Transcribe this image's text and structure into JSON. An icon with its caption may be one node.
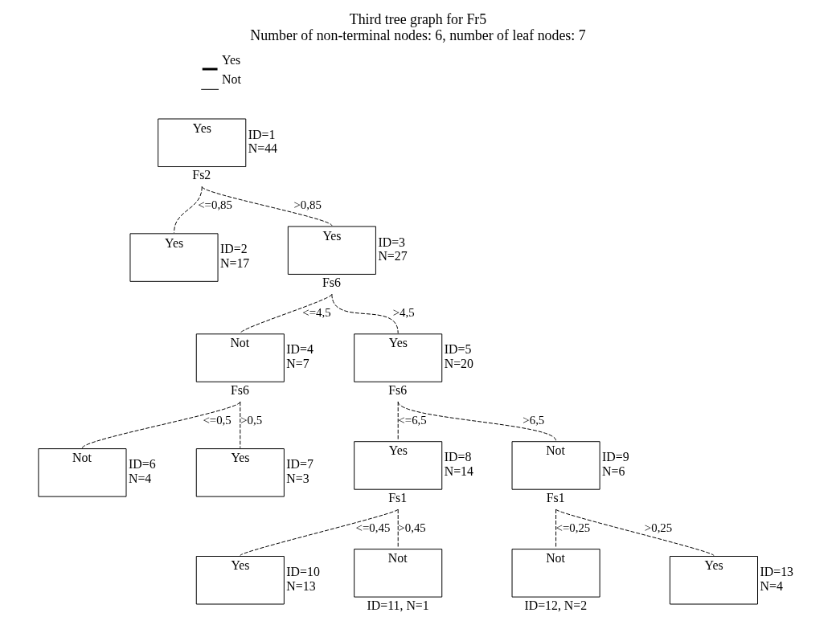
{
  "diagram": {
    "title": "Third tree graph for Fr5",
    "caption": "Number of non-terminal nodes: 6, number of leaf nodes: 7",
    "nodes": [
      {
        "text": [
          "Yes"
        ],
        "beside": [
          "ID=1",
          "N=44",
          "Fs2"
        ]
      },
      {
        "text": [
          "Yes"
        ],
        "beside": [
          "ID=2",
          "N=17"
        ]
      },
      {
        "text": [
          "Yes"
        ],
        "beside": [
          "ID=3",
          "N=27",
          "Fs6"
        ]
      },
      {
        "text": [
          "Not"
        ],
        "beside": [
          "ID=4",
          "N=7",
          "Fs6"
        ]
      },
      {
        "text": [
          "Yes"
        ],
        "beside": [
          "ID=5",
          "N=20",
          "Fs6"
        ]
      },
      {
        "text": [
          "Not"
        ],
        "beside": [
          "ID=6",
          "N=4"
        ]
      },
      {
        "text": [
          "Yes"
        ],
        "beside": [
          "ID=7",
          "N=3"
        ]
      },
      {
        "text": [
          "Yes"
        ],
        "beside": [
          "ID=8",
          "N=14",
          "Fs1"
        ]
      },
      {
        "text": [
          "Not"
        ],
        "beside": [
          "ID=9",
          "N=6",
          "Fs1"
        ]
      },
      {
        "text": [
          "Yes"
        ],
        "beside": [
          "ID=10",
          "N=13"
        ]
      },
      {
        "text": [
          "Not"
        ],
        "beside": [
          "ID=11, N=1"
        ]
      },
      {
        "text": [
          "Not"
        ],
        "beside": [
          "ID=12, N=2"
        ]
      },
      {
        "text": [
          "Yes"
        ],
        "beside": [
          "ID=13",
          "N=4"
        ]
      }
    ],
    "edges": [
      {
        "from": 0,
        "to": 1,
        "arrow": "none",
        "style": "dashed",
        "label": "<=0,85"
      },
      {
        "from": 0,
        "to": 2,
        "arrow": "none",
        "style": "dashed",
        "label": ">0,85"
      },
      {
        "from": 2,
        "to": 3,
        "arrow": "none",
        "style": "dashed",
        "label": "<=4,5"
      },
      {
        "from": 2,
        "to": 4,
        "arrow": "none",
        "style": "dashed",
        "label": ">4,5"
      },
      {
        "from": 3,
        "to": 5,
        "arrow": "none",
        "style": "dashed",
        "label": "<=0,5"
      },
      {
        "from": 3,
        "to": 6,
        "arrow": "none",
        "style": "dashed",
        "label": ">0,5"
      },
      {
        "from": 4,
        "to": 7,
        "arrow": "none",
        "style": "dashed",
        "label": "<=6,5"
      },
      {
        "from": 4,
        "to": 8,
        "arrow": "none",
        "style": "dashed",
        "label": ">6,5"
      },
      {
        "from": 7,
        "to": 9,
        "arrow": "none",
        "style": "dashed",
        "label": "<=0,45"
      },
      {
        "from": 7,
        "to": 10,
        "arrow": "none",
        "style": "dashed",
        "label": ">0,45"
      },
      {
        "from": 8,
        "to": 11,
        "arrow": "none",
        "style": "dashed",
        "label": "<=0,25"
      },
      {
        "from": 8,
        "to": 12,
        "arrow": "none",
        "style": "dashed",
        "label": ">0,25"
      }
    ],
    "legend": [
      {
        "text": "Yes"
      },
      {
        "text": "Not"
      }
    ]
  }
}
